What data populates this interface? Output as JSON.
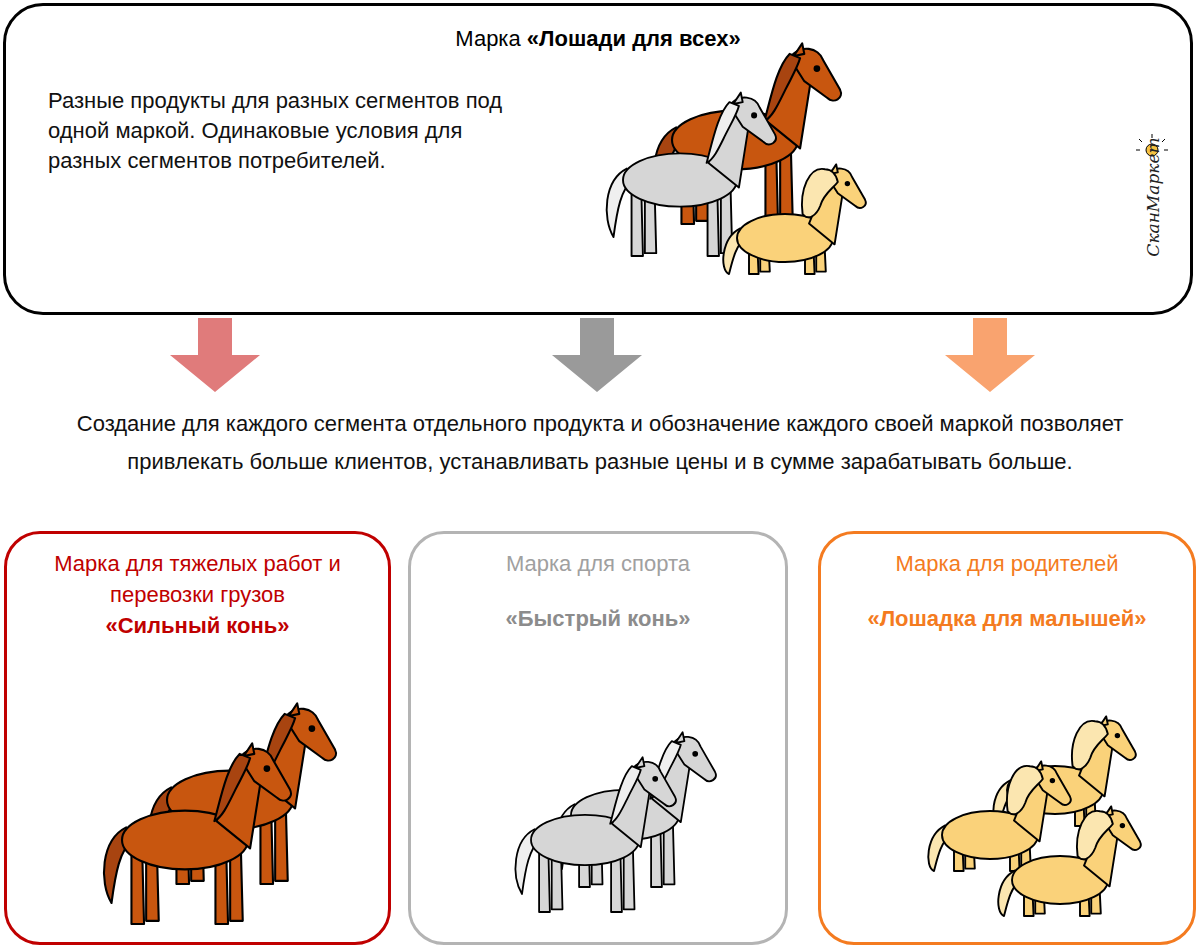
{
  "diagram": {
    "nodes": [
      {
        "text": [
          "Марка",
          "«Лошади для всех»",
          "Разные продукты для разных сегментов под одной маркой. Одинаковые условия для разных сегментов потребителей."
        ]
      },
      {
        "text": [
          "Марка для тяжелых работ и перевозки грузов",
          "«Сильный конь»"
        ]
      },
      {
        "text": [
          "Марка для спорта",
          "«Быстрый конь»"
        ]
      },
      {
        "text": [
          "Марка для родителей",
          "«Лошадка для малышей»"
        ]
      }
    ],
    "labels": [
      "Создание для каждого сегмента отдельного продукта и обозначение каждого своей маркой позволяет привлекать больше клиентов, устанавливать разные цены и в сумме зарабатывать больше.",
      "СканМаркет"
    ]
  }
}
